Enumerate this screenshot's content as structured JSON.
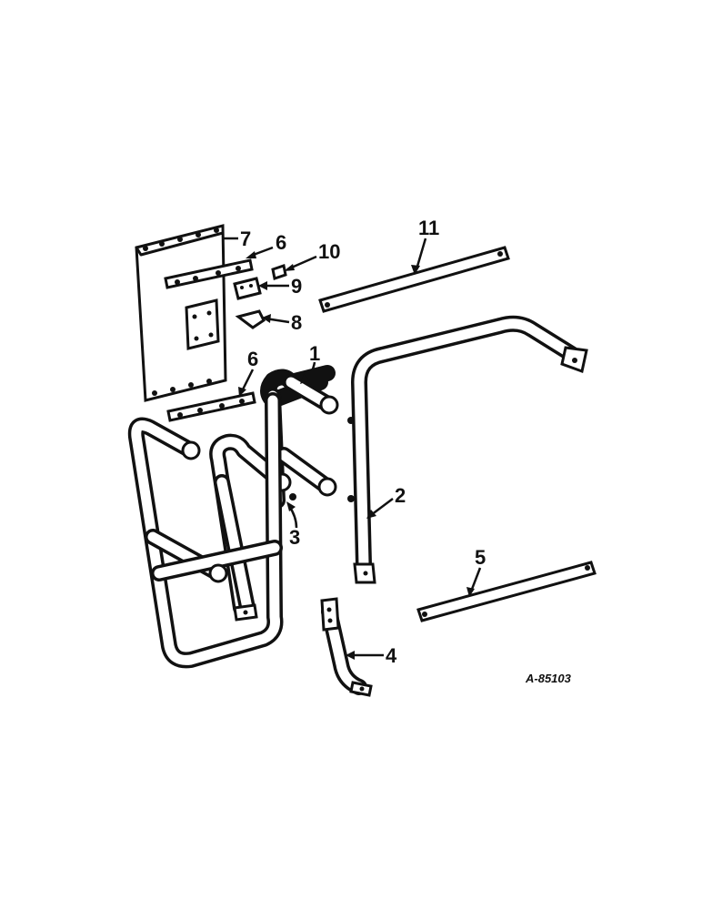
{
  "callouts": {
    "c1": "1",
    "c2": "2",
    "c3": "3",
    "c4": "4",
    "c5": "5",
    "c6a": "6",
    "c6b": "6",
    "c7": "7",
    "c8": "8",
    "c9": "9",
    "c10": "10",
    "c11": "11"
  },
  "reference_code": "A-85103"
}
